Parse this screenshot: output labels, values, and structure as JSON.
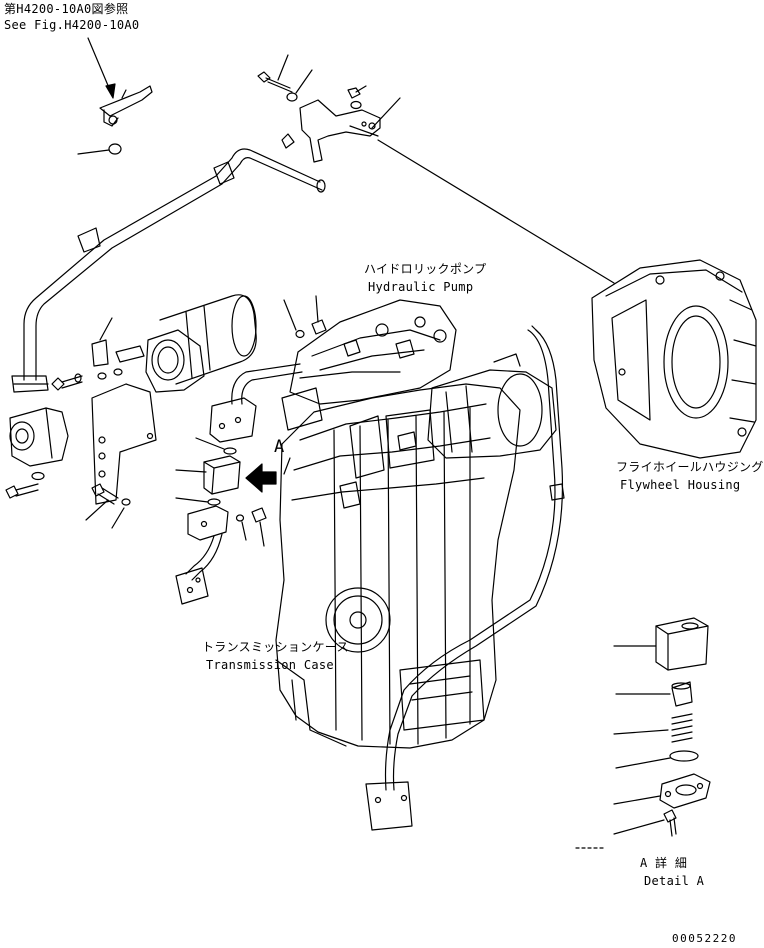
{
  "references": {
    "see_fig_jp": "第H4200-10A0図参照",
    "see_fig_en": "See Fig.H4200-10A0"
  },
  "labels": {
    "hydraulic_pump_jp": "ハイドロリックポンプ",
    "hydraulic_pump_en": "Hydraulic Pump",
    "flywheel_housing_jp": "フライホイールハウジング",
    "flywheel_housing_en": "Flywheel Housing",
    "transmission_case_jp": "トランスミッションケース",
    "transmission_case_en": "Transmission Case",
    "view_marker": "A",
    "detail_jp": "A 詳 細",
    "detail_en": "Detail A"
  },
  "drawing_number": "00052220"
}
